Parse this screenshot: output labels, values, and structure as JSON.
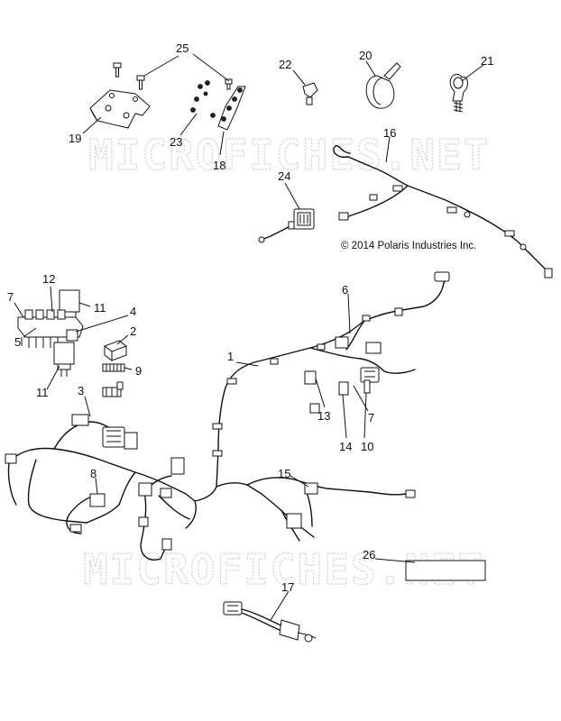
{
  "callouts": {
    "c1": "1",
    "c2": "2",
    "c3": "3",
    "c4": "4",
    "c5": "5",
    "c6": "6",
    "c7a": "7",
    "c7b": "7",
    "c8": "8",
    "c9": "9",
    "c10": "10",
    "c11a": "11",
    "c11b": "11",
    "c12": "12",
    "c13": "13",
    "c14": "14",
    "c15": "15",
    "c16": "16",
    "c17": "17",
    "c18": "18",
    "c19": "19",
    "c20": "20",
    "c21": "21",
    "c22": "22",
    "c23": "23",
    "c24": "24",
    "c25": "25",
    "c26": "26"
  },
  "copyright": "© 2014 Polaris Industries Inc.",
  "watermark": "MICROFICHES.NET"
}
